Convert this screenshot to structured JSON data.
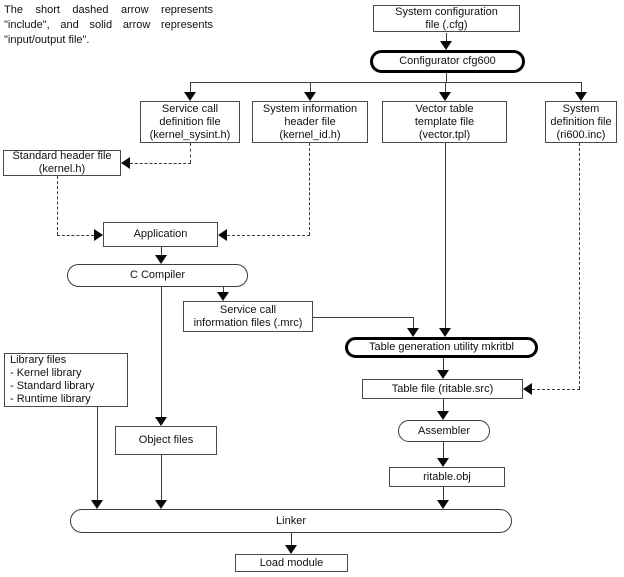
{
  "colors": {
    "background": "#ffffff",
    "line": "#3c3c3c",
    "bold_border": "#000000",
    "text": "#111111"
  },
  "note": {
    "text": "The short dashed arrow represents \"include\", and solid arrow represents \"input/output file\"."
  },
  "nodes": {
    "system_configuration_file": {
      "label": "System configuration\nfile (.cfg)"
    },
    "configurator": {
      "label": "Configurator cfg600"
    },
    "service_call_definition_file": {
      "label": "Service call\ndefinition file\n(kernel_sysint.h)"
    },
    "system_information_header_file": {
      "label": "System information\nheader file\n(kernel_id.h)"
    },
    "vector_table_template_file": {
      "label": "Vector table\ntemplate file\n(vector.tpl)"
    },
    "system_definition_file": {
      "label": "System\ndefinition file\n(ri600.inc)"
    },
    "standard_header_file": {
      "label": "Standard header file\n(kernel.h)"
    },
    "application": {
      "label": "Application"
    },
    "c_compiler": {
      "label": "C Compiler"
    },
    "service_call_information_files": {
      "label": "Service call\ninformation files (.mrc)"
    },
    "library_files": {
      "label": "Library files\n- Kernel library\n- Standard library\n- Runtime library"
    },
    "table_generation_utility": {
      "label": "Table generation utility mkritbl"
    },
    "table_file": {
      "label": "Table file (ritable.src)"
    },
    "assembler": {
      "label": "Assembler"
    },
    "ritable_obj": {
      "label": "ritable.obj"
    },
    "object_files": {
      "label": "Object files"
    },
    "linker": {
      "label": "Linker"
    },
    "load_module": {
      "label": "Load module"
    }
  }
}
